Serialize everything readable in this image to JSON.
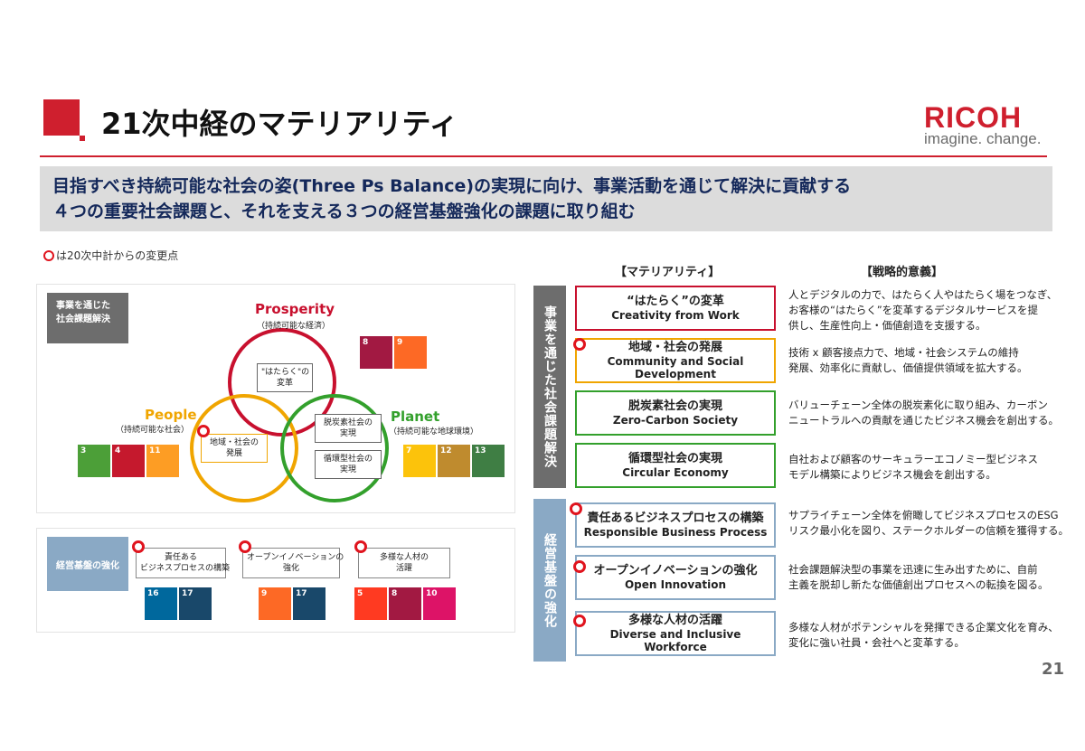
{
  "header": {
    "title": "21次中経のマテリアリティ",
    "logo": "RICOH",
    "tagline": "imagine. change."
  },
  "banner": {
    "line1": "目指すべき持続可能な社会の姿(Three Ps Balance)の実現に向け、事業活動を通じて解決に貢献する",
    "line2": "４つの重要社会課題と、それを支える３つの経営基盤強化の課題に取り組む"
  },
  "note": "は20次中計からの変更点",
  "left_top": {
    "tag_line1": "事業を通じた",
    "tag_line2": "社会課題解決",
    "prosperity": {
      "label": "Prosperity",
      "sub": "（持続可能な経済）",
      "sdgs": [
        "8",
        "9"
      ]
    },
    "people": {
      "label": "People",
      "sub": "（持続可能な社会）",
      "sdgs": [
        "3",
        "4",
        "11"
      ]
    },
    "planet": {
      "label": "Planet",
      "sub": "（持続可能な地球環境）",
      "sdgs": [
        "7",
        "12",
        "13"
      ]
    },
    "center_work_line1": "\"はたらく\"の",
    "center_work_line2": "変革",
    "community_line1": "地域・社会の",
    "community_line2": "発展",
    "decarbon_line1": "脱炭素社会の",
    "decarbon_line2": "実現",
    "circular_line1": "循環型社会の",
    "circular_line2": "実現"
  },
  "left_bottom": {
    "tag": "経営基盤の強化",
    "items": [
      {
        "line1": "責任ある",
        "line2": "ビジネスプロセスの構築",
        "sdgs": [
          "16",
          "17"
        ]
      },
      {
        "line1": "オープンイノベーションの",
        "line2": "強化",
        "sdgs": [
          "9",
          "17"
        ]
      },
      {
        "line1": "多様な人材の",
        "line2": "活躍",
        "sdgs": [
          "5",
          "8",
          "10"
        ]
      }
    ]
  },
  "right": {
    "head_materiality": "【マテリアリティ】",
    "head_strategy": "【戦略的意義】",
    "section1_label": "事業を通じた社会課題解決",
    "section2_label": "経営基盤の強化",
    "items": [
      {
        "jp": "“はたらく”の変革",
        "en": "Creativity from Work",
        "en2": "",
        "desc1": "人とデジタルの力で、はたらく人やはたらく場をつなぎ、",
        "desc2": "お客様の“はたらく”を変革するデジタルサービスを提",
        "desc3": "供し、生産性向上・価値創造を支援する。"
      },
      {
        "jp": "地域・社会の発展",
        "en": "Community and Social",
        "en2": "Development",
        "desc1": "技術 x 顧客接点力で、地域・社会システムの維持",
        "desc2": "発展、効率化に貢献し、価値提供領域を拡大する。",
        "desc3": ""
      },
      {
        "jp": "脱炭素社会の実現",
        "en": "Zero-Carbon Society",
        "en2": "",
        "desc1": "バリューチェーン全体の脱炭素化に取り組み、カーボン",
        "desc2": "ニュートラルへの貢献を通じたビジネス機会を創出する。",
        "desc3": ""
      },
      {
        "jp": "循環型社会の実現",
        "en": "Circular Economy",
        "en2": "",
        "desc1": "自社および顧客のサーキュラーエコノミー型ビジネス",
        "desc2": "モデル構築によりビジネス機会を創出する。",
        "desc3": ""
      },
      {
        "jp": "責任あるビジネスプロセスの構築",
        "en": "Responsible Business Process",
        "en2": "",
        "desc1": "サプライチェーン全体を俯瞰してビジネスプロセスのESG",
        "desc2": "リスク最小化を図り、ステークホルダーの信頼を獲得する。",
        "desc3": ""
      },
      {
        "jp": "オープンイノベーションの強化",
        "en": "Open Innovation",
        "en2": "",
        "desc1": "社会課題解決型の事業を迅速に生み出すために、自前",
        "desc2": "主義を脱却し新たな価値創出プロセスへの転換を図る。",
        "desc3": ""
      },
      {
        "jp": "多様な人材の活躍",
        "en": "Diverse and Inclusive",
        "en2": "Workforce",
        "desc1": "多様な人材がポテンシャルを発揮できる企業文化を育み、",
        "desc2": "変化に強い社員・会社へと変革する。",
        "desc3": ""
      }
    ]
  },
  "page_number": "21",
  "colors": {
    "brand_red": "#cf1f2e",
    "marker_red": "#e0141e",
    "banner_text": "#14285a",
    "prosperity": "#c8102e",
    "people": "#f0a500",
    "planet": "#33a02c",
    "gray_tag": "#6d6d6d",
    "blue_tag": "#8aa9c5"
  }
}
